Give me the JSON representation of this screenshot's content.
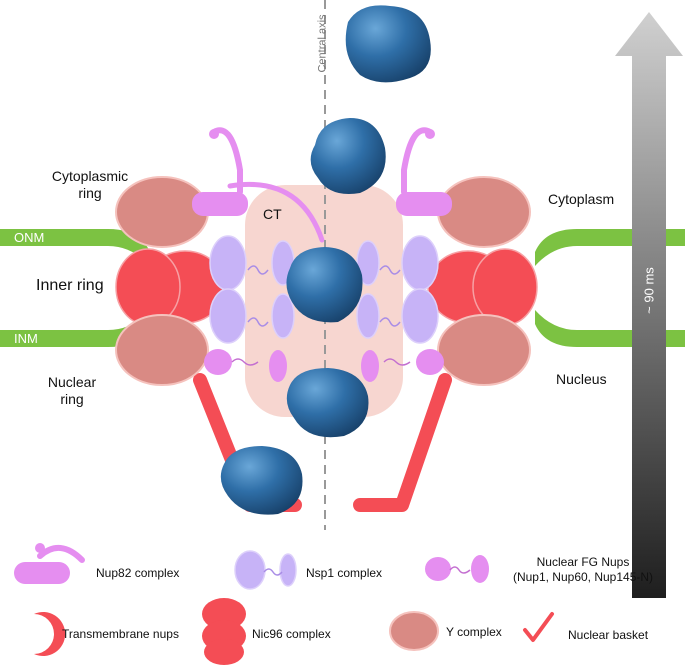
{
  "labels": {
    "central_axis": "Central axis",
    "cytoplasmic_ring": [
      "Cytoplasmic",
      "ring"
    ],
    "onm": "ONM",
    "inner_ring": "Inner ring",
    "inm": "INM",
    "nuclear_ring": [
      "Nuclear",
      "ring"
    ],
    "ct": "CT",
    "cytoplasm": "Cytoplasm",
    "nucleus": "Nucleus",
    "time": "~ 90 ms"
  },
  "legend": {
    "nup82": "Nup82 complex",
    "nsp1": "Nsp1 complex",
    "fg_nups": [
      "Nuclear FG Nups",
      "(Nup1, Nup60, Nup145-N)"
    ],
    "transmembrane": "Transmembrane nups",
    "nic96": "Nic96 complex",
    "y_complex": "Y complex",
    "basket": "Nuclear basket"
  },
  "colors": {
    "membrane": "#7cc242",
    "y_complex": "#d98a84",
    "nic96": "#f44d55",
    "nup82": "#e58ef0",
    "nsp1": "#c7b3f7",
    "ct_region": "#f6d2cb",
    "cargo": "#2f6fa8",
    "axis": "#999999",
    "arrow": "#8a8a8a"
  }
}
